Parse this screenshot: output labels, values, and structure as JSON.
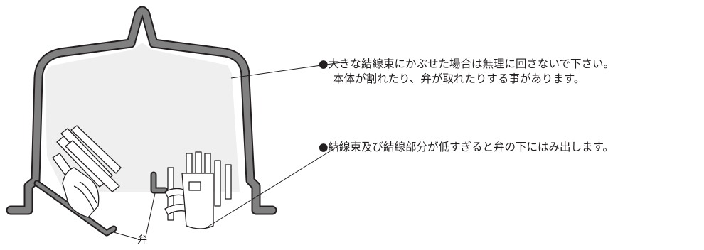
{
  "notes": {
    "note1_line1": "●大きな結線束にかぶせた場合は無理に回さないで下さい。",
    "note1_line2": "本体が割れたり、弁が取れたりする事があります。",
    "note2": "●結線束及び結線部分が低すぎると弁の下にはみ出します。"
  },
  "labels": {
    "valve": "弁"
  },
  "colors": {
    "cap_outline": "#231f20",
    "cap_wall": "#808080",
    "cap_interior": "#efefef",
    "wire_fill": "#ffffff",
    "text": "#231f20"
  }
}
